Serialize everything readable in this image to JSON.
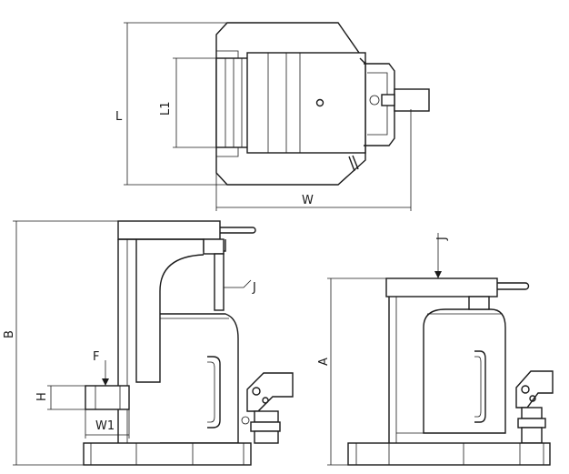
{
  "labels": {
    "L": "L",
    "L1": "L1",
    "W": "W",
    "B": "B",
    "F": "F",
    "H": "H",
    "W1": "W1",
    "J_side": "J",
    "A": "A",
    "J_front": "J"
  }
}
